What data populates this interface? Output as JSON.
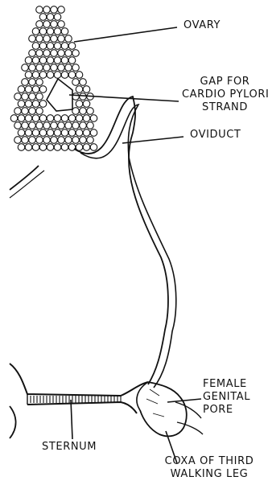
{
  "labels": {
    "ovary": "OVARY",
    "gap": [
      "GAP FOR",
      "CARDIO PYLORIC",
      "STRAND"
    ],
    "oviduct": "OVIDUCT",
    "female_pore": [
      "FEMALE",
      "GENITAL",
      "PORE"
    ],
    "sternum": "STERNUM",
    "coxa": [
      "COXA OF THIRD",
      "WALKING LEG"
    ]
  },
  "colors": {
    "ink": "#111111",
    "paper": "#ffffff"
  }
}
